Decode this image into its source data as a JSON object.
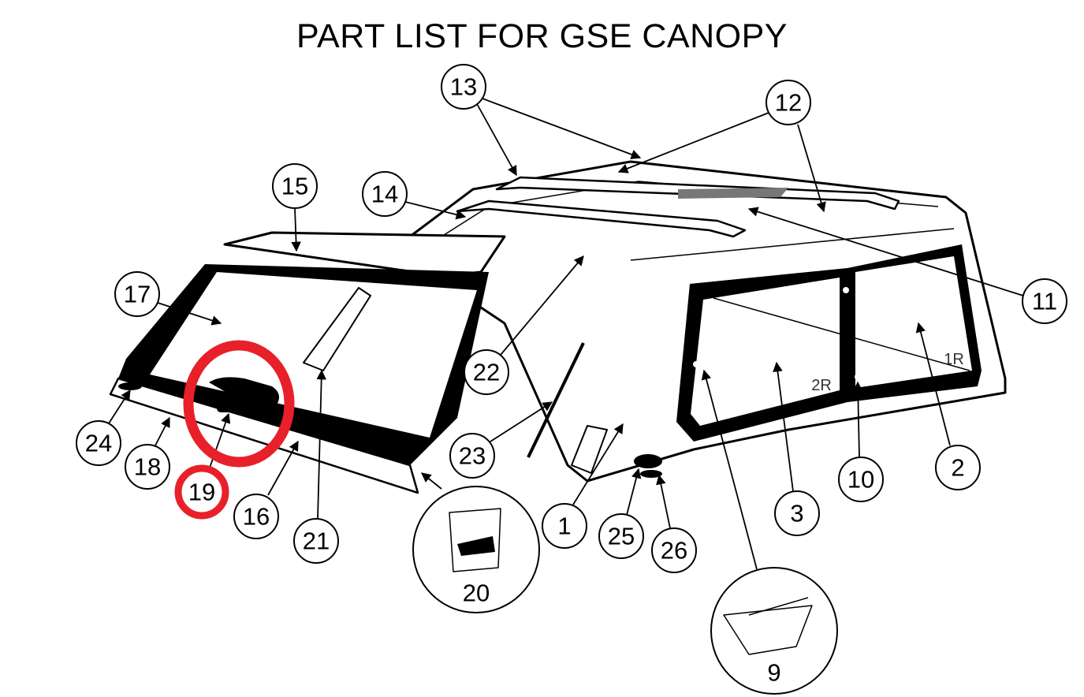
{
  "title": "PART LIST FOR GSE CANOPY",
  "window_labels": {
    "rear_left": "2R",
    "front_left": "1R"
  },
  "callouts": {
    "c1": "1",
    "c2": "2",
    "c3": "3",
    "c9": "9",
    "c10": "10",
    "c11": "11",
    "c12": "12",
    "c13": "13",
    "c14": "14",
    "c15": "15",
    "c16": "16",
    "c17": "17",
    "c18": "18",
    "c19": "19",
    "c20": "20",
    "c21": "21",
    "c22": "22",
    "c23": "23",
    "c24": "24",
    "c25": "25",
    "c26": "26"
  },
  "highlight": {
    "part": "19",
    "color": "#e8202a"
  }
}
